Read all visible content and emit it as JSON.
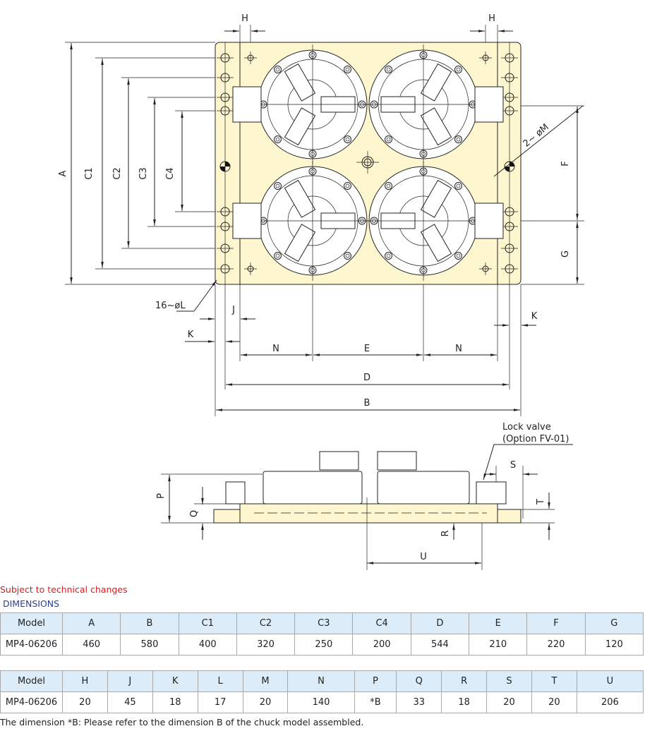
{
  "drawing": {
    "labels": {
      "A": "A",
      "B": "B",
      "C1": "C1",
      "C2": "C2",
      "C3": "C3",
      "C4": "C4",
      "D": "D",
      "E": "E",
      "F": "F",
      "G": "G",
      "H": "H",
      "J": "J",
      "K": "K",
      "N": "N",
      "P": "P",
      "Q": "Q",
      "R": "R",
      "S": "S",
      "T": "T",
      "U": "U",
      "M": "2~ øM",
      "L": "16~øL"
    },
    "lock_valve_line1": "Lock valve",
    "lock_valve_line2": "(Option FV-01)",
    "plate_color": "#fdf6cf"
  },
  "notes": {
    "subject": "Subject to technical changes",
    "title": "DIMENSIONS",
    "footnote": "The dimension *B: Please refer to the dimension B of the chuck model assembled."
  },
  "tables": [
    {
      "headers": [
        "Model",
        "A",
        "B",
        "C1",
        "C2",
        "C3",
        "C4",
        "D",
        "E",
        "F",
        "G"
      ],
      "row": [
        "MP4-06206",
        "460",
        "580",
        "400",
        "320",
        "250",
        "200",
        "544",
        "210",
        "220",
        "120"
      ]
    },
    {
      "headers": [
        "Model",
        "H",
        "J",
        "K",
        "L",
        "M",
        "N",
        "P",
        "Q",
        "R",
        "S",
        "T",
        "U"
      ],
      "row": [
        "MP4-06206",
        "20",
        "45",
        "18",
        "17",
        "20",
        "140",
        "*B",
        "33",
        "18",
        "20",
        "20",
        "206"
      ]
    }
  ]
}
